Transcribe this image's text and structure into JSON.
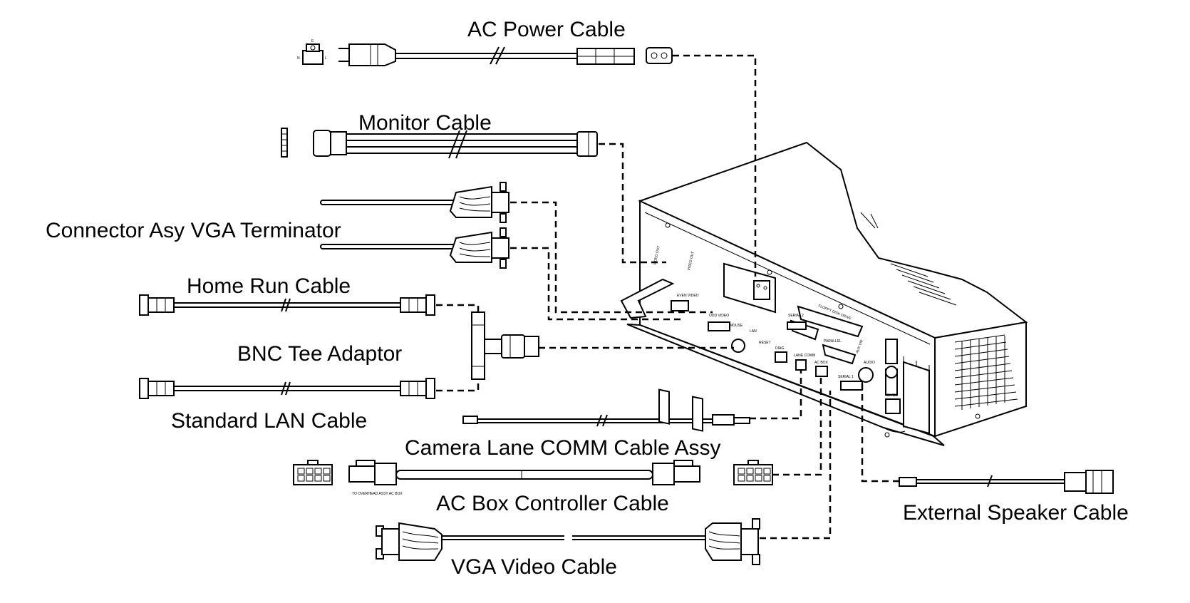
{
  "labels": {
    "ac_power_cable": "AC Power Cable",
    "monitor_cable": "Monitor Cable",
    "connector_vga_terminator": "Connector Asy VGA Terminator",
    "home_run_cable": "Home Run Cable",
    "bnc_tee_adaptor": "BNC Tee Adaptor",
    "standard_lan_cable": "Standard LAN Cable",
    "camera_lane_comm_cable": "Camera Lane COMM Cable Assy",
    "ac_box_controller_cable": "AC Box Controller Cable",
    "vga_video_cable": "VGA Video Cable",
    "external_speaker_cable": "External Speaker Cable"
  },
  "panel_labels": {
    "video_out": "VIDEO OUT",
    "video_out_2": "VIDEO OUT",
    "even_video": "EVEN VIDEO",
    "odd_video": "ODD VIDEO",
    "mouse": "MOUSE",
    "lan": "LAN",
    "reset": "RESET",
    "serial_2": "SERIAL 2",
    "floppy_disk_drive": "FLOPPY DISK DRIVE",
    "parallel": "PARALLEL",
    "diag": "DIAG.",
    "lane_comm": "LANE COMM",
    "ac_box": "AC BOX",
    "serial_1": "SERIAL 1",
    "aux_vid": "AUX VID",
    "audio": "AUDIO",
    "keybd": "KEYBD"
  },
  "plug_labels": {
    "earth": "E",
    "neutral": "N",
    "line": "L",
    "to_overhead": "TO OVERHEAD ASSY AC BOX"
  }
}
